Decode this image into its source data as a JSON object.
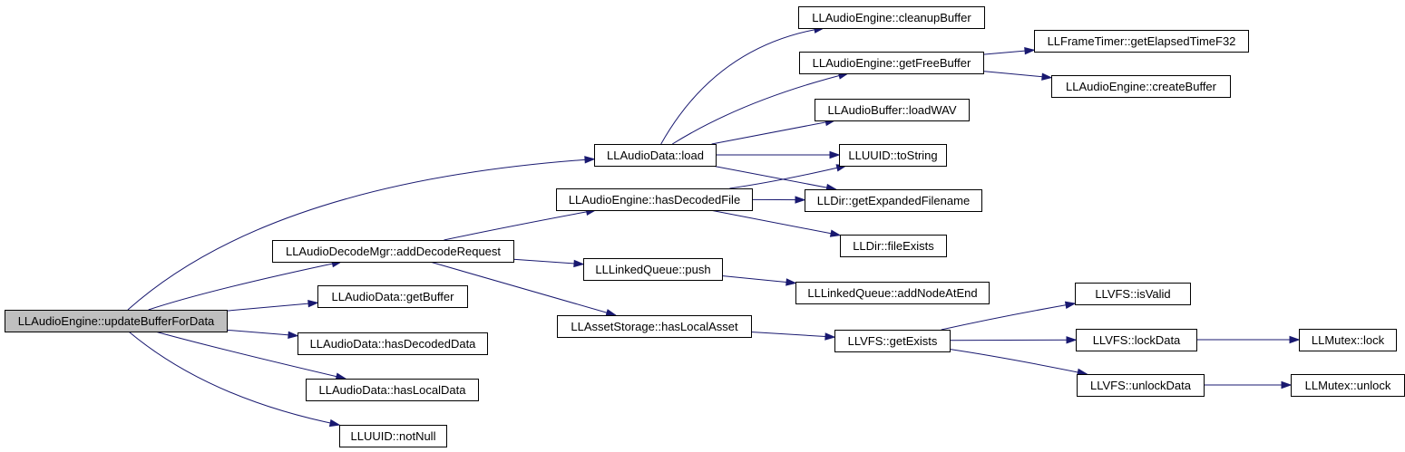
{
  "nodes": [
    {
      "id": "root",
      "label": "LLAudioEngine::updateBufferForData"
    },
    {
      "id": "load",
      "label": "LLAudioData::load"
    },
    {
      "id": "adr",
      "label": "LLAudioDecodeMgr::addDecodeRequest"
    },
    {
      "id": "getbuf",
      "label": "LLAudioData::getBuffer"
    },
    {
      "id": "hdd",
      "label": "LLAudioData::hasDecodedData"
    },
    {
      "id": "hld",
      "label": "LLAudioData::hasLocalData"
    },
    {
      "id": "notnull",
      "label": "LLUUID::notNull"
    },
    {
      "id": "cleanup",
      "label": "LLAudioEngine::cleanupBuffer"
    },
    {
      "id": "getfree",
      "label": "LLAudioEngine::getFreeBuffer"
    },
    {
      "id": "elapsed",
      "label": "LLFrameTimer::getElapsedTimeF32"
    },
    {
      "id": "create",
      "label": "LLAudioEngine::createBuffer"
    },
    {
      "id": "loadwav",
      "label": "LLAudioBuffer::loadWAV"
    },
    {
      "id": "tostring",
      "label": "LLUUID::toString"
    },
    {
      "id": "hdf",
      "label": "LLAudioEngine::hasDecodedFile"
    },
    {
      "id": "expanded",
      "label": "LLDir::getExpandedFilename"
    },
    {
      "id": "fileexists",
      "label": "LLDir::fileExists"
    },
    {
      "id": "push",
      "label": "LLLinkedQueue::push"
    },
    {
      "id": "addnode",
      "label": "LLLinkedQueue::addNodeAtEnd"
    },
    {
      "id": "hla",
      "label": "LLAssetStorage::hasLocalAsset"
    },
    {
      "id": "getexists",
      "label": "LLVFS::getExists"
    },
    {
      "id": "isvalid",
      "label": "LLVFS::isValid"
    },
    {
      "id": "lockdata",
      "label": "LLVFS::lockData"
    },
    {
      "id": "unlockdata",
      "label": "LLVFS::unlockData"
    },
    {
      "id": "lock",
      "label": "LLMutex::lock"
    },
    {
      "id": "unlock",
      "label": "LLMutex::unlock"
    }
  ],
  "edges": [
    [
      "root",
      "load"
    ],
    [
      "root",
      "adr"
    ],
    [
      "root",
      "getbuf"
    ],
    [
      "root",
      "hdd"
    ],
    [
      "root",
      "hld"
    ],
    [
      "root",
      "notnull"
    ],
    [
      "load",
      "cleanup"
    ],
    [
      "load",
      "getfree"
    ],
    [
      "load",
      "loadwav"
    ],
    [
      "load",
      "tostring"
    ],
    [
      "load",
      "expanded"
    ],
    [
      "getfree",
      "elapsed"
    ],
    [
      "getfree",
      "create"
    ],
    [
      "adr",
      "hdf"
    ],
    [
      "adr",
      "push"
    ],
    [
      "adr",
      "hla"
    ],
    [
      "hdf",
      "tostring"
    ],
    [
      "hdf",
      "expanded"
    ],
    [
      "hdf",
      "fileexists"
    ],
    [
      "push",
      "addnode"
    ],
    [
      "hla",
      "getexists"
    ],
    [
      "getexists",
      "isvalid"
    ],
    [
      "getexists",
      "lockdata"
    ],
    [
      "getexists",
      "unlockdata"
    ],
    [
      "lockdata",
      "lock"
    ],
    [
      "unlockdata",
      "unlock"
    ]
  ],
  "colors": {
    "edge": "#191970",
    "root_fill": "#bfbfbf",
    "node_fill": "#ffffff"
  }
}
